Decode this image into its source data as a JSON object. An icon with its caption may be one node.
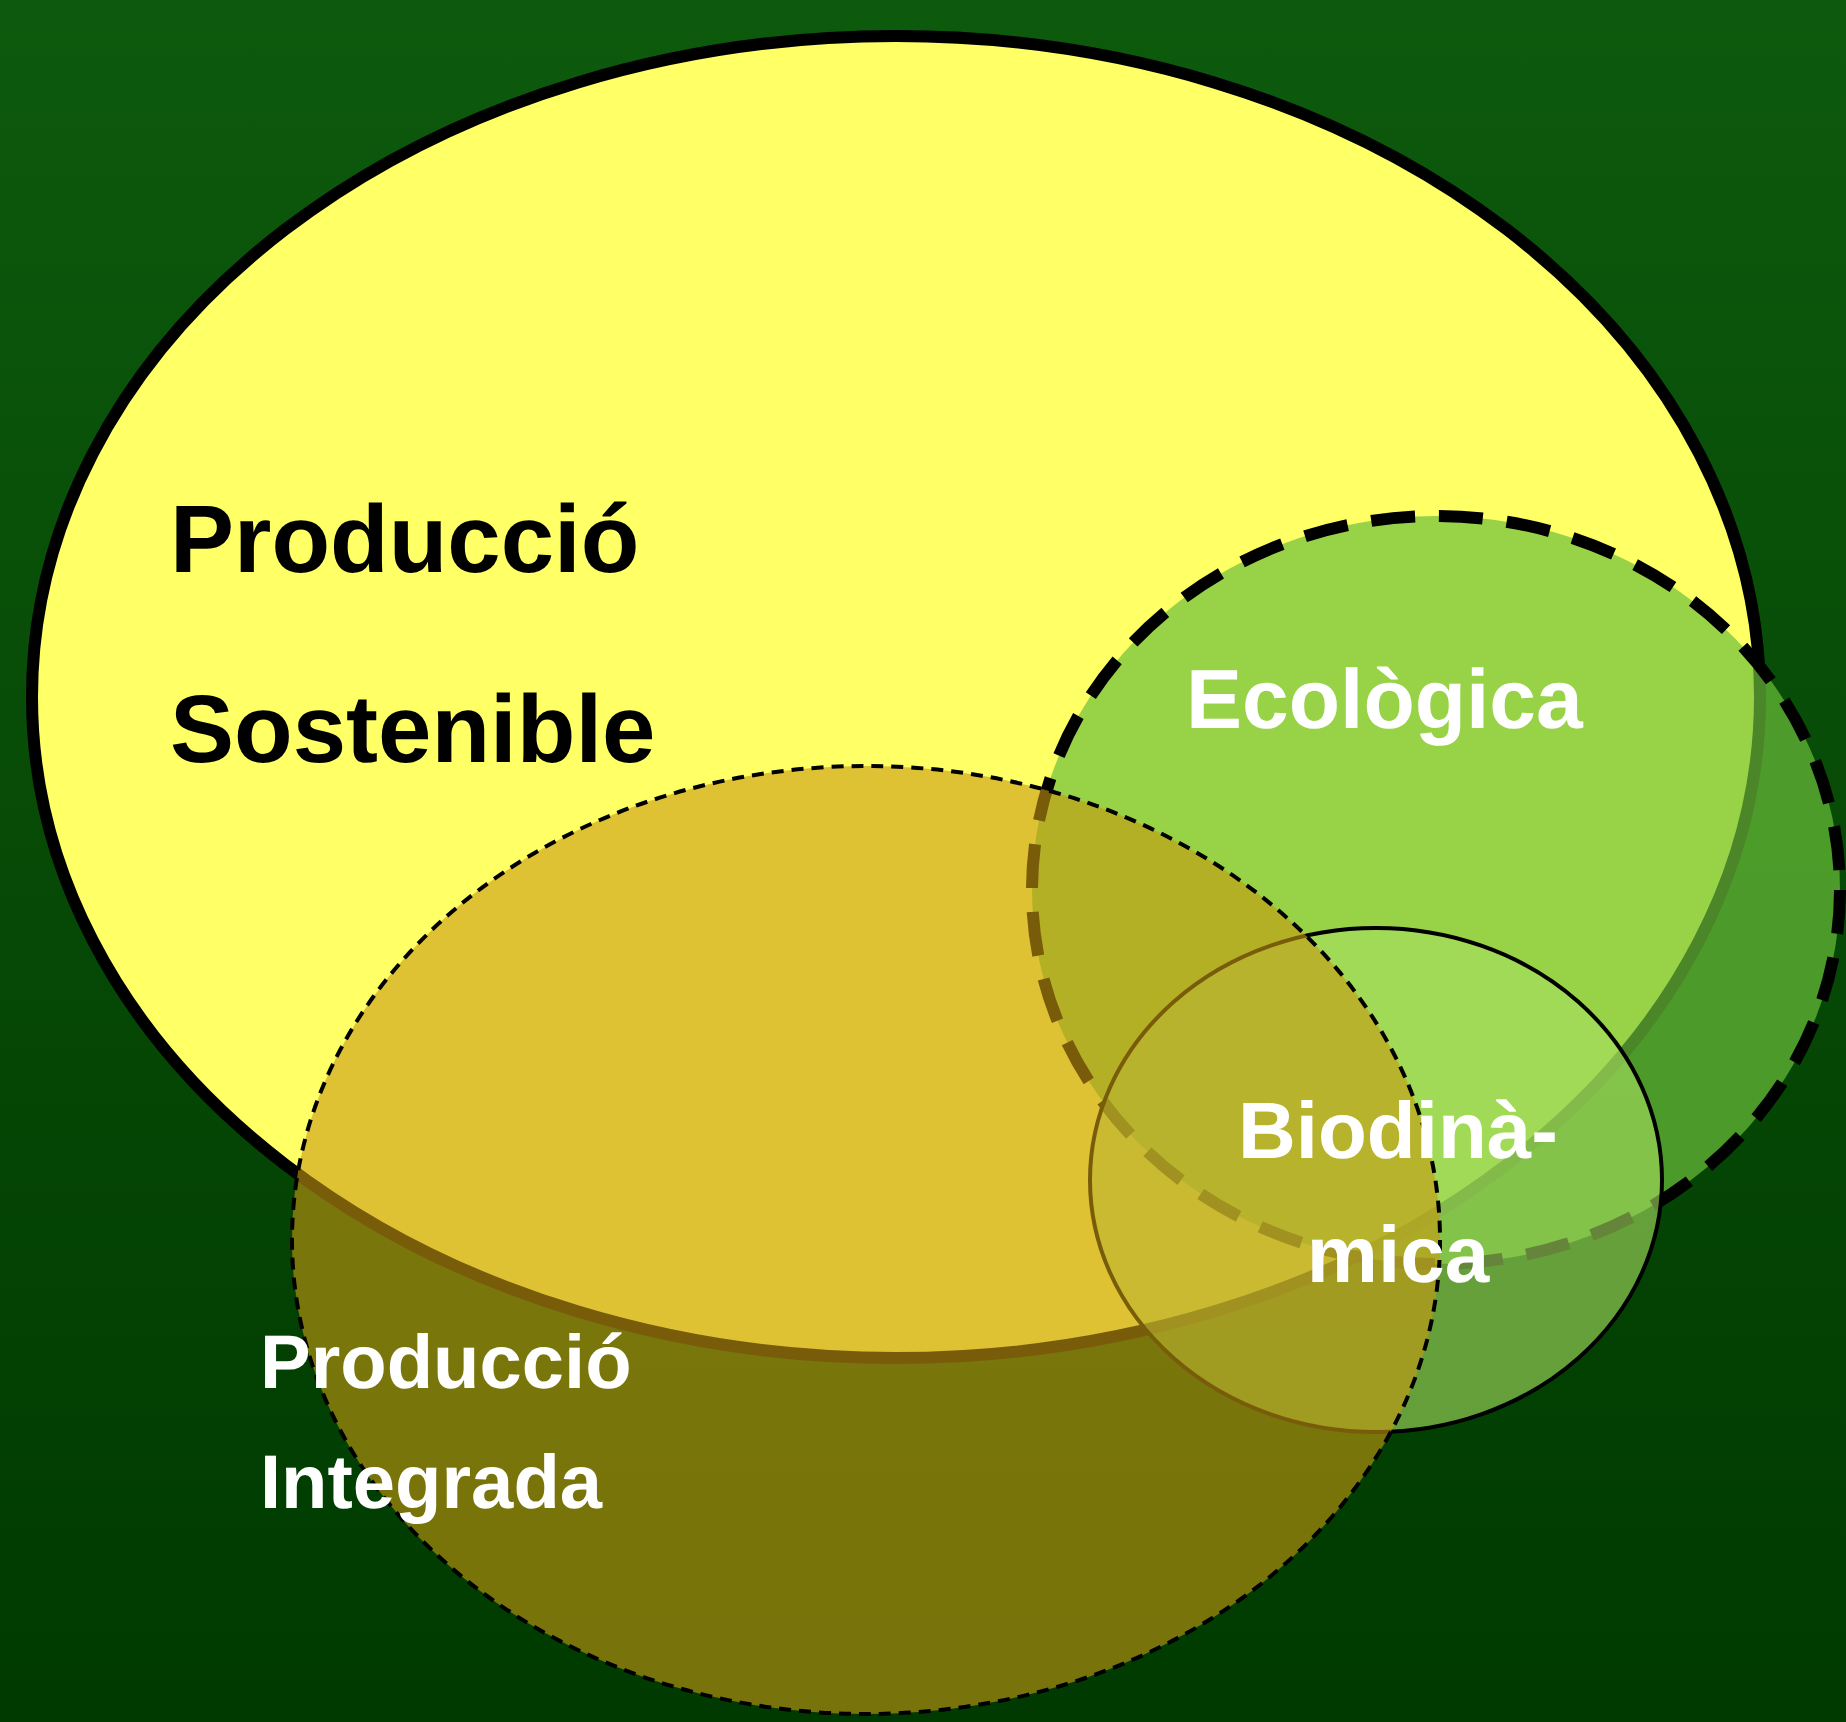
{
  "diagram": {
    "nodes": [
      {
        "text": [
          "Producció Sostenible"
        ]
      },
      {
        "text": [
          "Ecològica"
        ]
      },
      {
        "text": [
          "Biodinà- mica"
        ]
      },
      {
        "text": [
          "Producció Integrada"
        ]
      }
    ],
    "edges": []
  }
}
